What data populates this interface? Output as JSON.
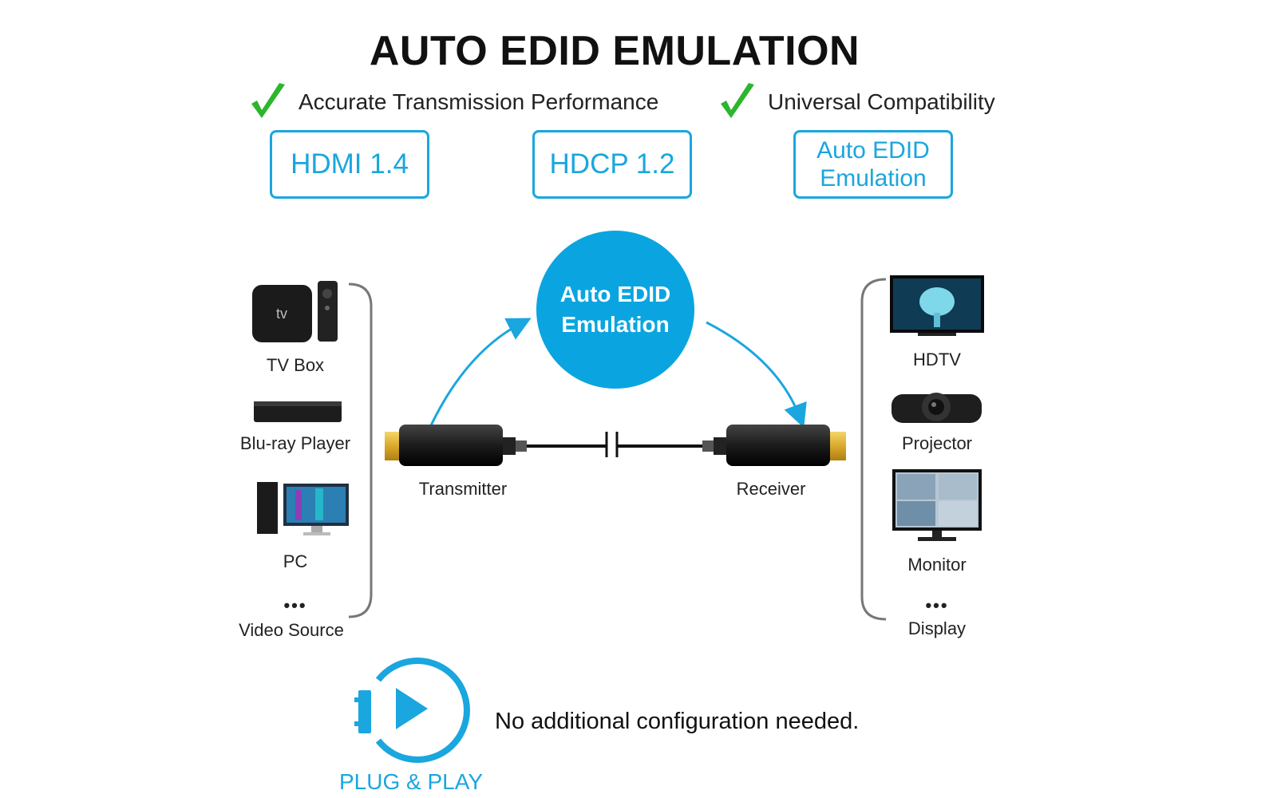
{
  "title": "AUTO EDID EMULATION",
  "features": [
    {
      "icon": "check-icon",
      "text": "Accurate Transmission Performance"
    },
    {
      "icon": "check-icon",
      "text": "Universal Compatibility"
    }
  ],
  "spec_boxes": [
    {
      "line1": "HDMI 1.4",
      "line2": ""
    },
    {
      "line1": "HDCP 1.2",
      "line2": ""
    },
    {
      "line1": "Auto EDID",
      "line2": "Emulation"
    }
  ],
  "center_circle": {
    "line1": "Auto EDID",
    "line2": "Emulation"
  },
  "video_sources": {
    "items": [
      "TV Box",
      "Blu-ray Player",
      "PC"
    ],
    "more": "•••",
    "label": "Video Source"
  },
  "displays": {
    "items": [
      "HDTV",
      "Projector",
      "Monitor"
    ],
    "more": "•••",
    "label": "Display"
  },
  "transmitter_label": "Transmitter",
  "receiver_label": "Receiver",
  "plug_play": {
    "label": "PLUG & PLAY",
    "description": "No additional configuration needed."
  },
  "colors": {
    "accent": "#1aa6de",
    "circle": "#0aa5e0",
    "check": "#2db52d",
    "text": "#1a1a1a"
  }
}
